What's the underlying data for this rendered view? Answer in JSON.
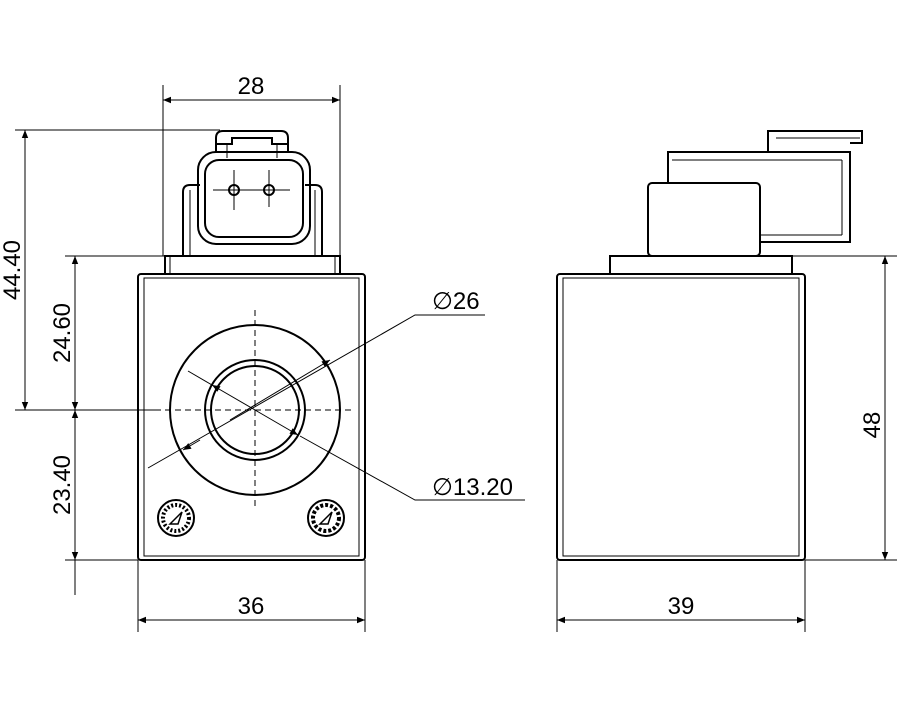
{
  "drawing": {
    "front_view": {
      "width_top": "28",
      "total_height": "44.40",
      "upper_height": "24.60",
      "lower_height": "23.40",
      "width_body": "36",
      "outer_diameter": "∅26",
      "inner_diameter": "∅13.20"
    },
    "side_view": {
      "width_body": "39",
      "height": "48"
    }
  }
}
